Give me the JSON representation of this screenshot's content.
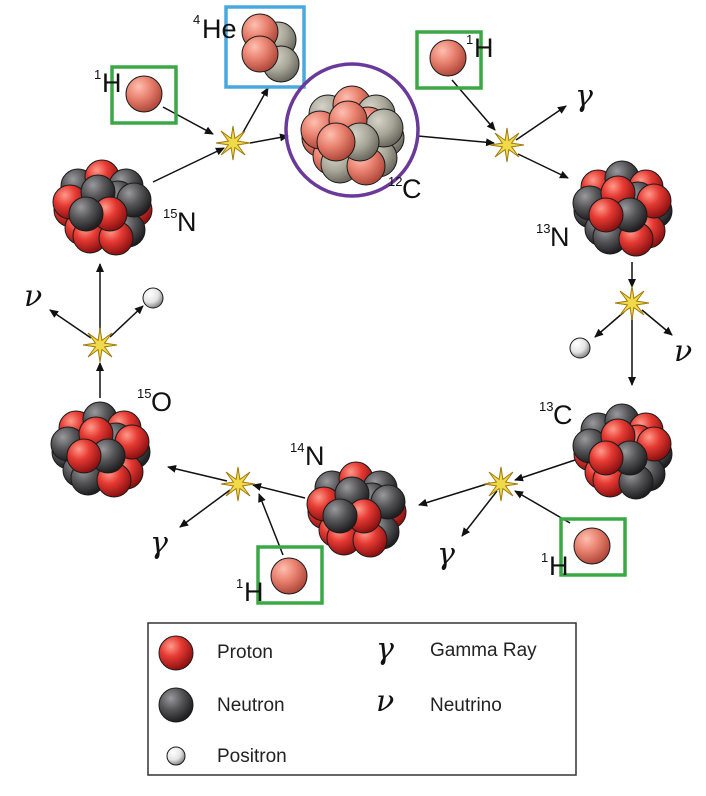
{
  "colors": {
    "proton": "#e0302f",
    "neutron": "#555558",
    "helium_box": "#4aa8e0",
    "hydrogen_box": "#3aa845",
    "carbon_ring": "#6a3a9a",
    "star_fill": "#f1da4a",
    "star_stroke": "#a07a10"
  },
  "icons": {
    "proton": "red-sphere",
    "neutron": "gray-sphere",
    "positron": "white-sphere",
    "reaction": "starburst"
  },
  "nuclides": {
    "c12": {
      "mass": "12",
      "symbol": "C"
    },
    "n13": {
      "mass": "13",
      "symbol": "N"
    },
    "c13": {
      "mass": "13",
      "symbol": "C"
    },
    "n14": {
      "mass": "14",
      "symbol": "N"
    },
    "o15": {
      "mass": "15",
      "symbol": "O"
    },
    "n15": {
      "mass": "15",
      "symbol": "N"
    },
    "he4": {
      "mass": "4",
      "symbol": "He"
    },
    "h1": {
      "mass": "1",
      "symbol": "H"
    }
  },
  "symbols": {
    "gamma": "γ",
    "nu": "ν"
  },
  "legend": {
    "proton": "Proton",
    "neutron": "Neutron",
    "positron": "Positron",
    "gamma_ray": "Gamma Ray",
    "neutrino": "Neutrino"
  }
}
